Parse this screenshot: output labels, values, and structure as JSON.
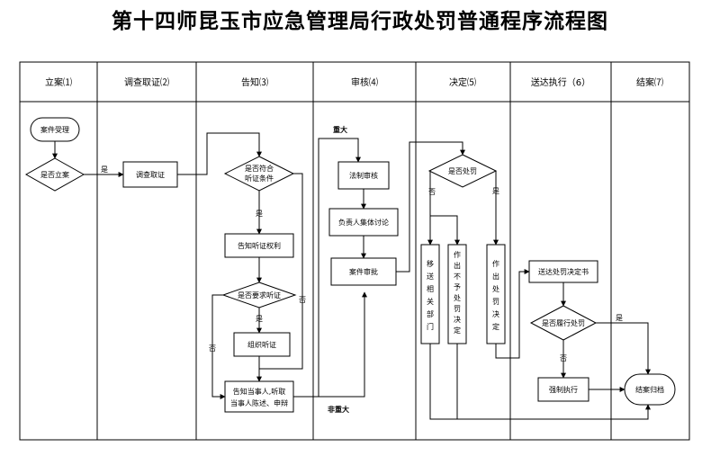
{
  "title": "第十四师昆玉市应急管理局行政处罚普通程序流程图",
  "lanes": [
    "立案⑴",
    "调查取证⑵",
    "告知⑶",
    "审核⑷",
    "决定⑸",
    "送达执行（6）",
    "结案⑺"
  ],
  "nodes": {
    "start": "案件受理",
    "is_filed": "是否立案",
    "investigate": "调查取证",
    "hearing_cond": [
      "是否符合",
      "听证条件"
    ],
    "notify_right": "告知听证权利",
    "request_hearing": "是否要求听证",
    "org_hearing": "组织听证",
    "notify_party": [
      "告知当事人,听取",
      "当事人陈述、申辩"
    ],
    "legal_review": "法制审核",
    "collective": "负责人集体讨论",
    "approve": "案件审批",
    "is_penalty": "是否处罚",
    "transfer": [
      "移",
      "送",
      "相",
      "关",
      "部",
      "门"
    ],
    "no_penalty": [
      "作",
      "出",
      "不",
      "予",
      "处",
      "罚",
      "决",
      "定"
    ],
    "penalty": [
      "作",
      "出",
      "处",
      "罚",
      "决",
      "定"
    ],
    "deliver": "送达处罚决定书",
    "is_executed": "是否履行处罚",
    "enforce": "强制执行",
    "close": "结案归档"
  },
  "labels": {
    "yes": "是",
    "no": "否",
    "major": "重大",
    "non_major": "非重大"
  }
}
